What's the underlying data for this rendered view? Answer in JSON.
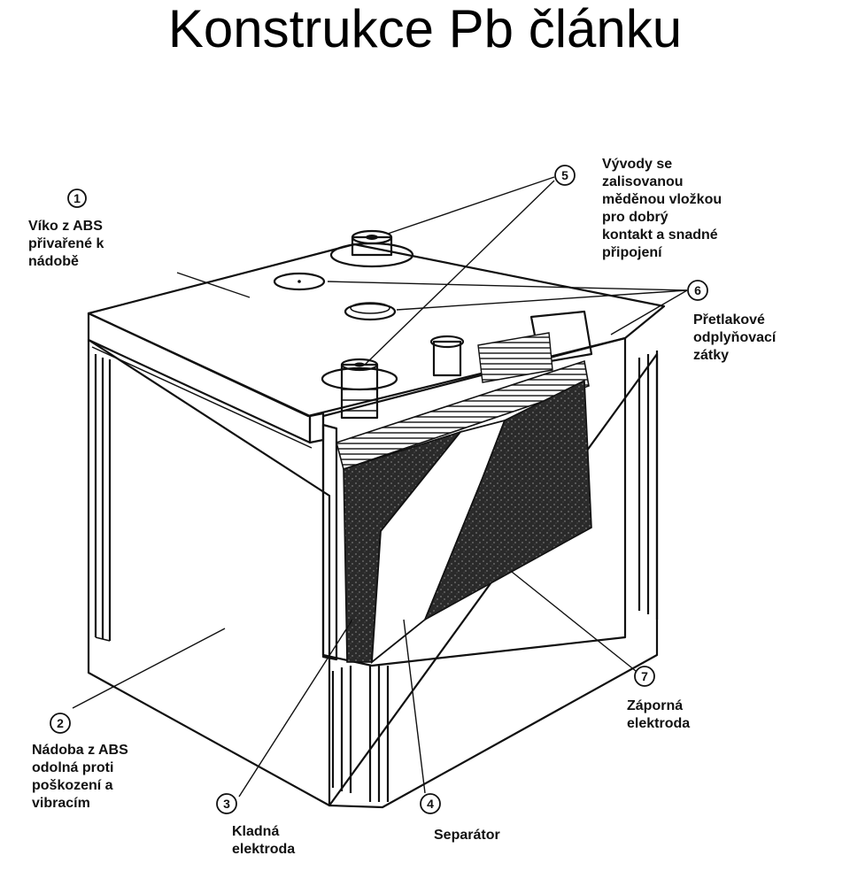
{
  "title": "Konstrukce Pb článku",
  "callouts": [
    {
      "number": "1",
      "lines": [
        "Víko z ABS",
        "přivařené k",
        "nádobě"
      ]
    },
    {
      "number": "2",
      "lines": [
        "Nádoba z ABS",
        "odolná proti",
        "poškození a",
        "vibracím"
      ]
    },
    {
      "number": "3",
      "lines": [
        "Kladná",
        "elektroda"
      ]
    },
    {
      "number": "4",
      "lines": [
        "Separátor"
      ]
    },
    {
      "number": "5",
      "lines": [
        "Vývody se",
        "zalisovanou",
        "měděnou vložkou",
        "pro dobrý",
        "kontakt a snadné",
        "připojení"
      ]
    },
    {
      "number": "6",
      "lines": [
        "Přetlakové",
        "odplyňovací",
        "zátky"
      ]
    },
    {
      "number": "7",
      "lines": [
        "Záporná",
        "elektroda"
      ]
    }
  ]
}
